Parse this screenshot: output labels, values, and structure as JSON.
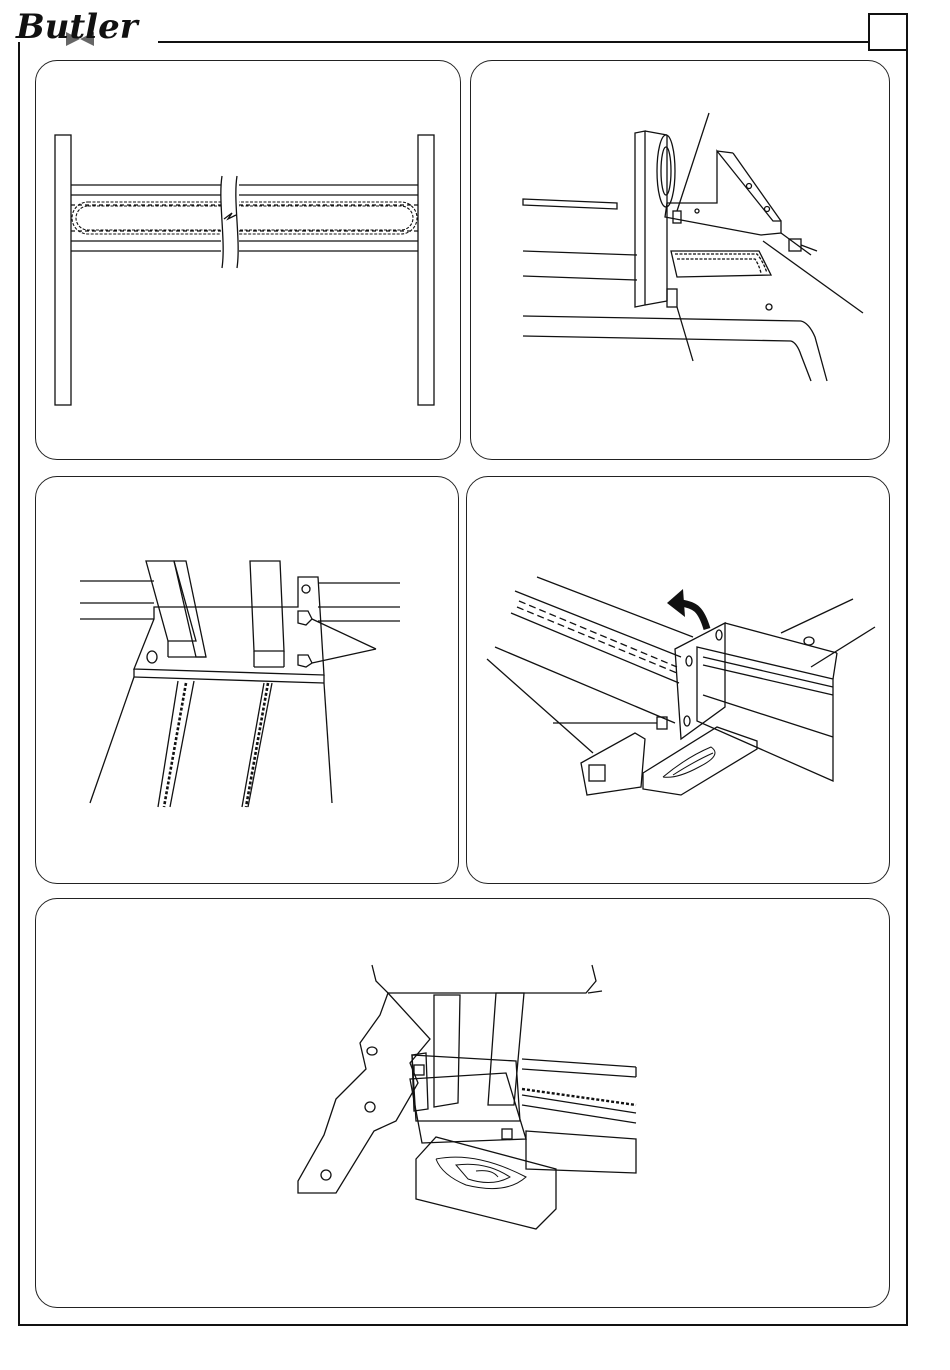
{
  "header": {
    "brand": "Butler",
    "page_number": ""
  },
  "colors": {
    "ink": "#111111",
    "paper": "#ffffff"
  },
  "figures": [
    {
      "id": "fig-chain-crossbeam"
    },
    {
      "id": "fig-column-chain-plate"
    },
    {
      "id": "fig-baseplate-bolts"
    },
    {
      "id": "fig-column-raise-arrow"
    },
    {
      "id": "fig-column-on-wood-support"
    }
  ]
}
